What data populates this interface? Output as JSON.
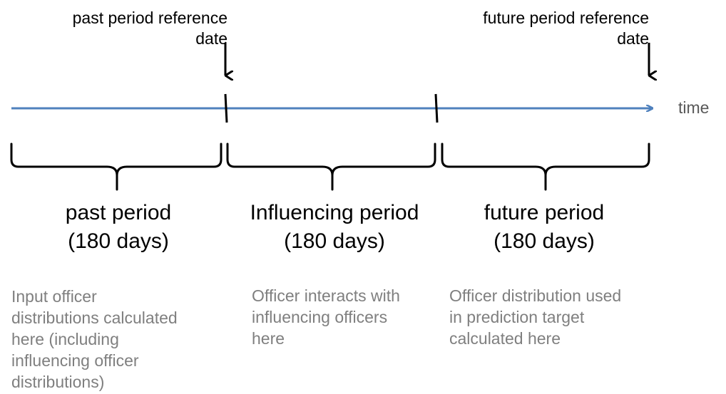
{
  "reference_dates": {
    "past": [
      "past period reference",
      "date"
    ],
    "future": [
      "future period reference",
      "date"
    ]
  },
  "axis": {
    "label": "time",
    "color": "#4f81bd"
  },
  "periods": [
    {
      "name": "past period",
      "duration": "(180 days)",
      "description": [
        "Input officer",
        "distributions calculated",
        "here (including",
        "influencing officer",
        "distributions)"
      ]
    },
    {
      "name": "Influencing period",
      "duration": "(180 days)",
      "description": [
        "Officer interacts with",
        "influencing officers",
        "here"
      ]
    },
    {
      "name": "future period",
      "duration": "(180 days)",
      "description": [
        "Officer distribution used",
        "in prediction target",
        "calculated here"
      ]
    }
  ]
}
